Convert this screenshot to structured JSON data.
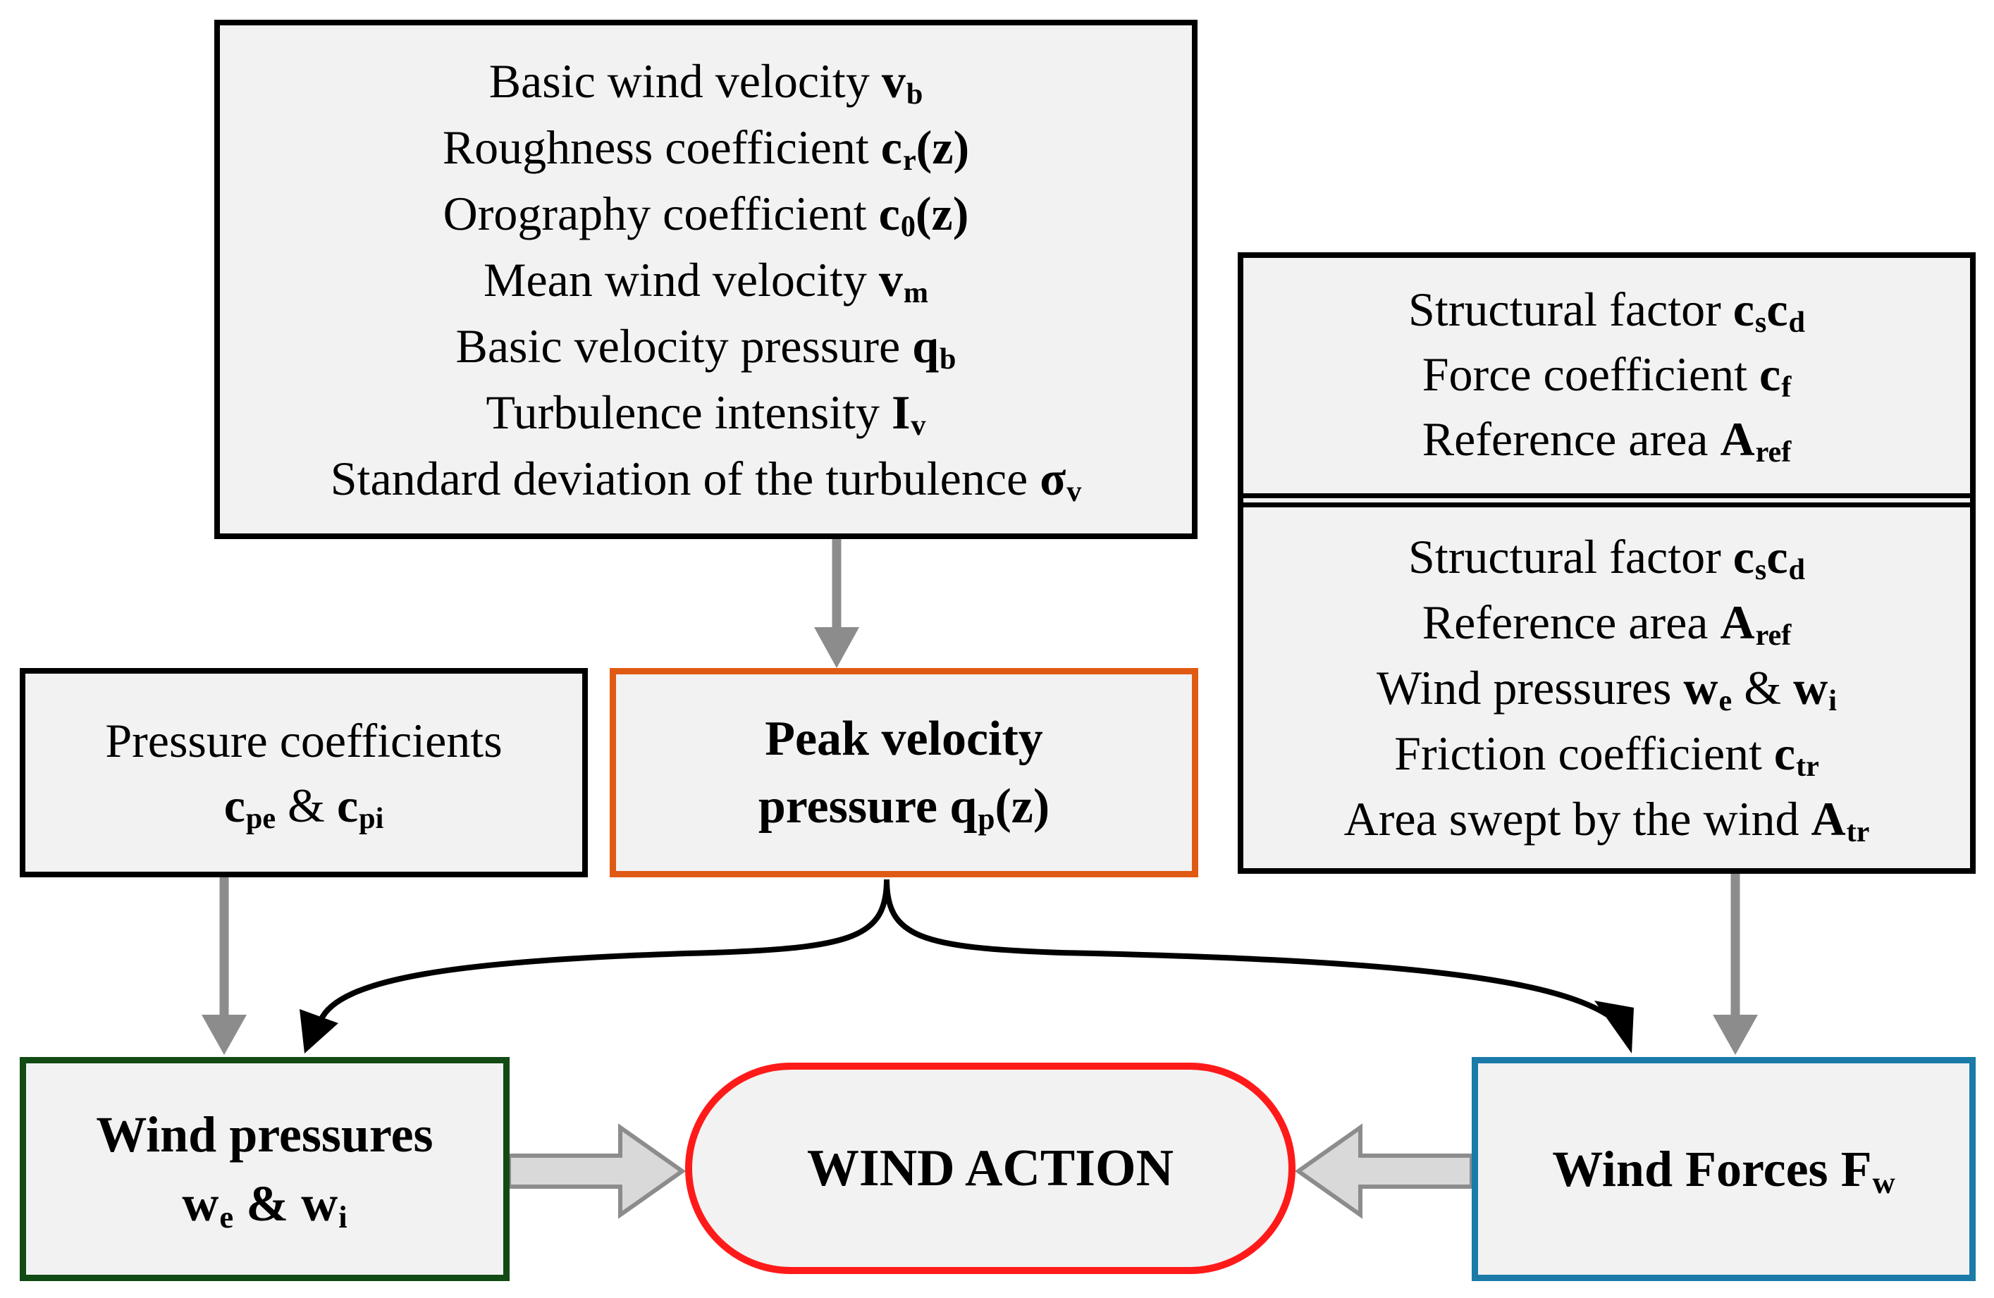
{
  "inputs_box": {
    "lines": [
      {
        "text": "Basic wind velocity",
        "sym": "v",
        "sub": "b",
        "tail": ""
      },
      {
        "text": "Roughness coefficient",
        "sym": "c",
        "sub": "r",
        "tail": "(z)"
      },
      {
        "text": "Orography coefficient",
        "sym": "c",
        "sub": "0",
        "tail": "(z)"
      },
      {
        "text": "Mean wind velocity",
        "sym": "v",
        "sub": "m",
        "tail": ""
      },
      {
        "text": "Basic velocity pressure",
        "sym": "q",
        "sub": "b",
        "tail": ""
      },
      {
        "text": "Turbulence intensity",
        "sym": "I",
        "sub": "v",
        "tail": ""
      },
      {
        "text": "Standard deviation of the turbulence",
        "sym": "σ",
        "sub": "v",
        "tail": ""
      }
    ]
  },
  "pressure_coeff_box": {
    "line1": "Pressure coefficients",
    "sym1": "c",
    "sub1": "pe",
    "amp": "&",
    "sym2": "c",
    "sub2": "pi"
  },
  "peak_box": {
    "line1": "Peak velocity",
    "line2": "pressure",
    "sym": "q",
    "sub": "p",
    "tail": "(z)"
  },
  "force_box_top": {
    "lines": [
      {
        "text": "Structural factor",
        "sym": "c",
        "sub": "s",
        "sym2": "c",
        "sub2": "d"
      },
      {
        "text": "Force coefficient",
        "sym": "c",
        "sub": "f"
      },
      {
        "text": "Reference area",
        "sym": "A",
        "sub": "ref"
      }
    ]
  },
  "force_box_bottom": {
    "lines": [
      {
        "text": "Structural factor",
        "sym": "c",
        "sub": "s",
        "sym2": "c",
        "sub2": "d"
      },
      {
        "text": "Reference area",
        "sym": "A",
        "sub": "ref"
      },
      {
        "text": "Wind pressures",
        "sym": "w",
        "sub": "e",
        "amp": "&",
        "sym2": "w",
        "sub2": "i"
      },
      {
        "text": "Friction coefficient",
        "sym": "c",
        "sub": "tr"
      },
      {
        "text": "Area swept by the wind",
        "sym": "A",
        "sub": "tr"
      }
    ]
  },
  "wind_pressures_box": {
    "line1": "Wind pressures",
    "sym1": "w",
    "sub1": "e",
    "amp": "&",
    "sym2": "w",
    "sub2": "i"
  },
  "wind_action": {
    "label": "WIND ACTION"
  },
  "wind_forces_box": {
    "text": "Wind Forces",
    "sym": "F",
    "sub": "w"
  },
  "colors": {
    "black_border": "#000000",
    "orange_border": "#e05a14",
    "green_border": "#124a14",
    "blue_border": "#1a7ba8",
    "red_border": "#ff1a1a",
    "box_fill": "#f2f2f2",
    "gray_arrow": "#8c8c8c",
    "hollow_arrow_fill": "#d9d9d9"
  }
}
